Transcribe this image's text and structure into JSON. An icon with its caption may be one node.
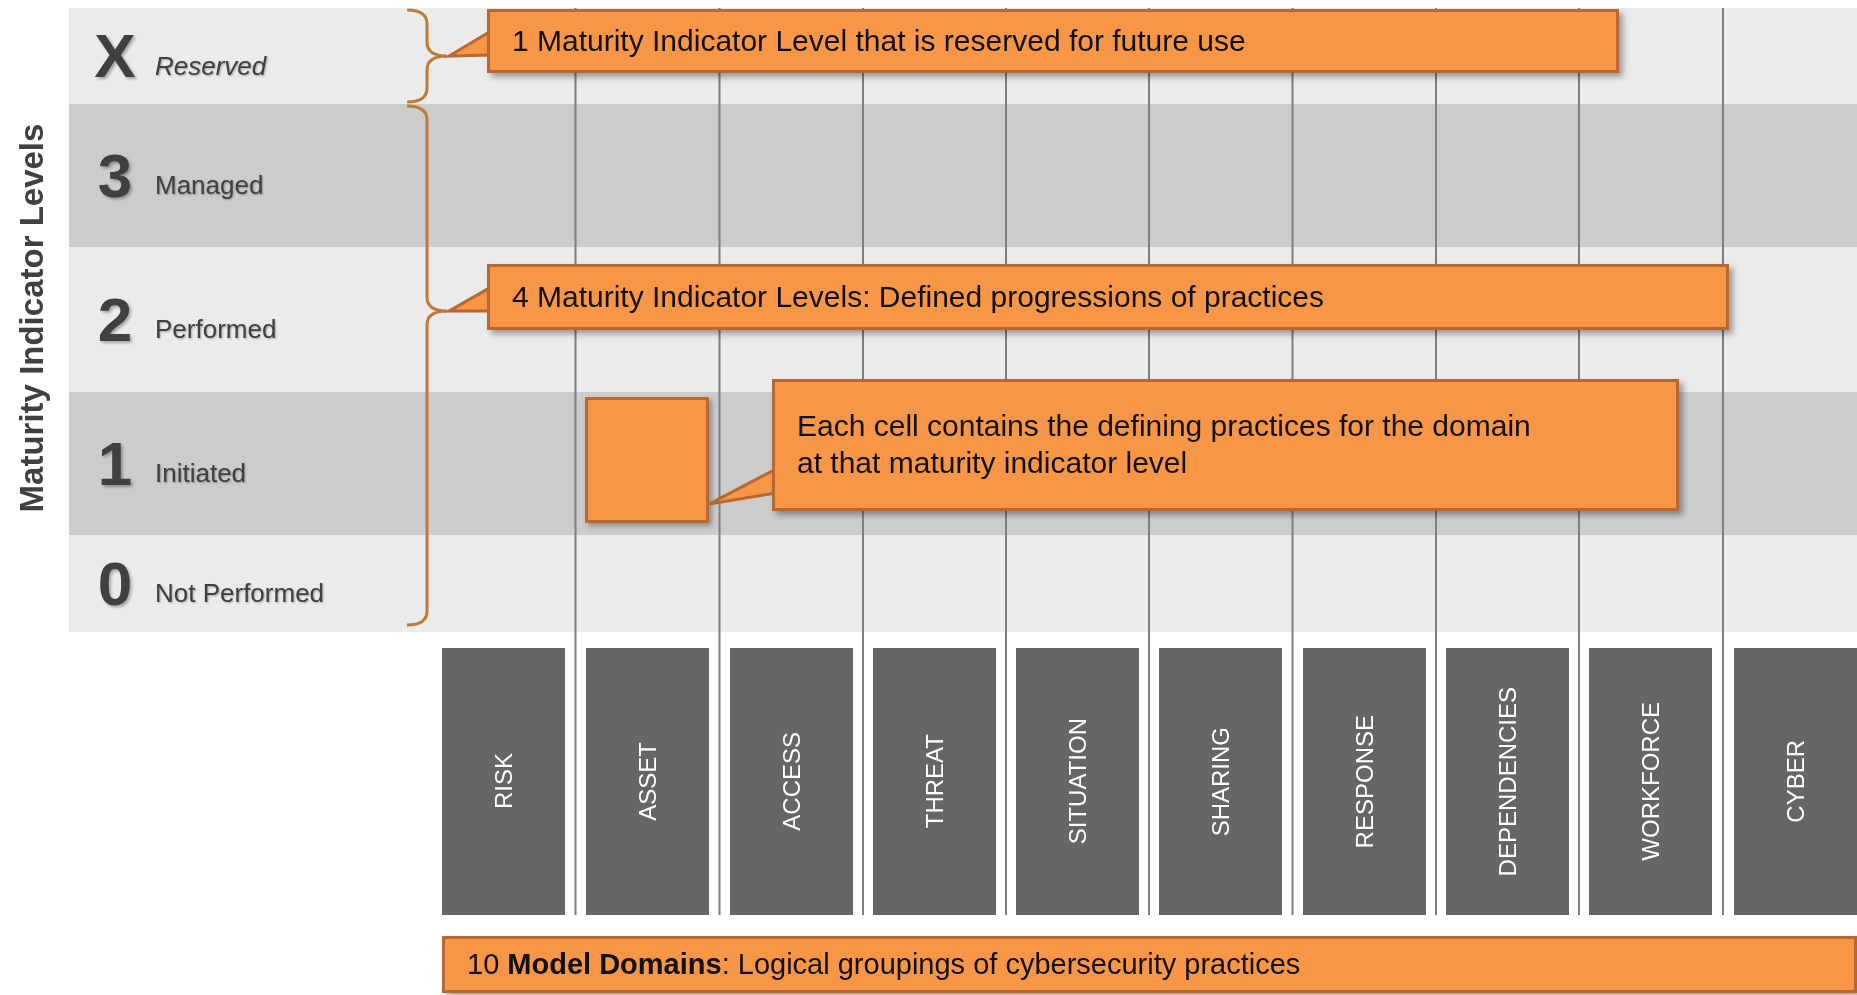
{
  "diagram": {
    "nodes": [
      {
        "text": [
          "X",
          "Reserved"
        ]
      },
      {
        "text": [],
        "shape": "bracket",
        "in": 0
      },
      {
        "text": [
          "1 Maturity Indicator Level that is reserved for future use"
        ],
        "in": 0
      },
      {
        "text": [
          "3",
          "Managed"
        ]
      },
      {
        "text": [],
        "shape": "bracket"
      },
      {
        "text": [
          "4 Maturity Indicator Levels: Defined progressions of practices"
        ],
        "in": 6
      },
      {
        "text": [
          "2",
          "Performed"
        ]
      },
      {
        "text": [
          "1",
          "Initiated"
        ]
      },
      {
        "text": [],
        "shape": "box",
        "in": 7
      },
      {
        "text": [
          "Each cell contains the defining practices for the domain at that maturity indicator level"
        ]
      },
      {
        "text": [
          "0",
          "Not Performed"
        ]
      },
      {
        "text": [
          "RISK"
        ]
      },
      {
        "text": [
          "ASSET"
        ]
      },
      {
        "text": [
          "ACCESS"
        ]
      },
      {
        "text": [
          "THREAT"
        ]
      },
      {
        "text": [
          "SITUATION"
        ]
      },
      {
        "text": [
          "SHARING"
        ]
      },
      {
        "text": [
          "RESPONSE"
        ]
      },
      {
        "text": [
          "DEPENDENCIES"
        ]
      },
      {
        "text": [
          "WORKFORCE"
        ]
      },
      {
        "text": [
          "CYBER"
        ]
      },
      {
        "text": [
          "10 **Model Domains**: Logical groupings of cybersecurity practices"
        ]
      }
    ],
    "edges": [
      {
        "from": 2,
        "to": 1,
        "arrow": "to"
      },
      {
        "from": 5,
        "to": 4,
        "arrow": "to"
      },
      {
        "from": 9,
        "to": 8,
        "arrow": "to"
      }
    ],
    "labels": [
      "Maturity Indicator Levels"
    ]
  }
}
